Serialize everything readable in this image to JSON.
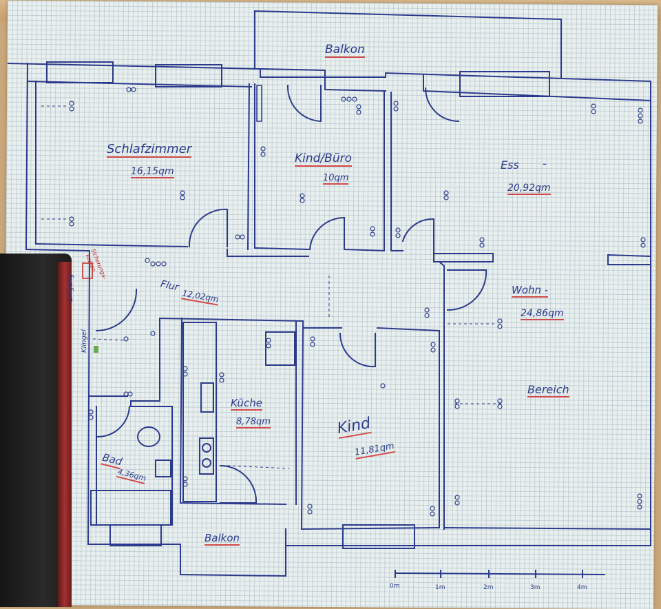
{
  "rooms": {
    "balkon_top": "Balkon",
    "schlafzimmer": {
      "name": "Schlafzimmer",
      "area": "16,15qm"
    },
    "kind_buero": {
      "name": "Kind/Büro",
      "area": "10qm"
    },
    "ess": {
      "name": "Ess",
      "dash": "-",
      "area": "20,92qm"
    },
    "flur": {
      "name": "Flur",
      "area": "12,02qm"
    },
    "wohn": {
      "name": "Wohn -",
      "area": "24,86qm",
      "suffix": "Bereich"
    },
    "kueche": {
      "name": "Küche",
      "area": "8,78qm"
    },
    "kind": {
      "name": "Kind",
      "area": "11,81qm"
    },
    "bad": {
      "name": "Bad",
      "area": "4,36qm"
    },
    "balkon_bottom": "Balkon"
  },
  "annotations": {
    "eingang": "Eingang",
    "klingel": "Klingel",
    "sicherung_1": "Sicherungs-",
    "sicherung_2": "kasten"
  },
  "scale": {
    "ticks": [
      "0m",
      "1m",
      "2m",
      "3m",
      "4m"
    ]
  },
  "colors": {
    "ink": "#2b3a8c",
    "underline": "#d24a4a",
    "paper": "#e9efee",
    "grid": "#8aa0af"
  }
}
